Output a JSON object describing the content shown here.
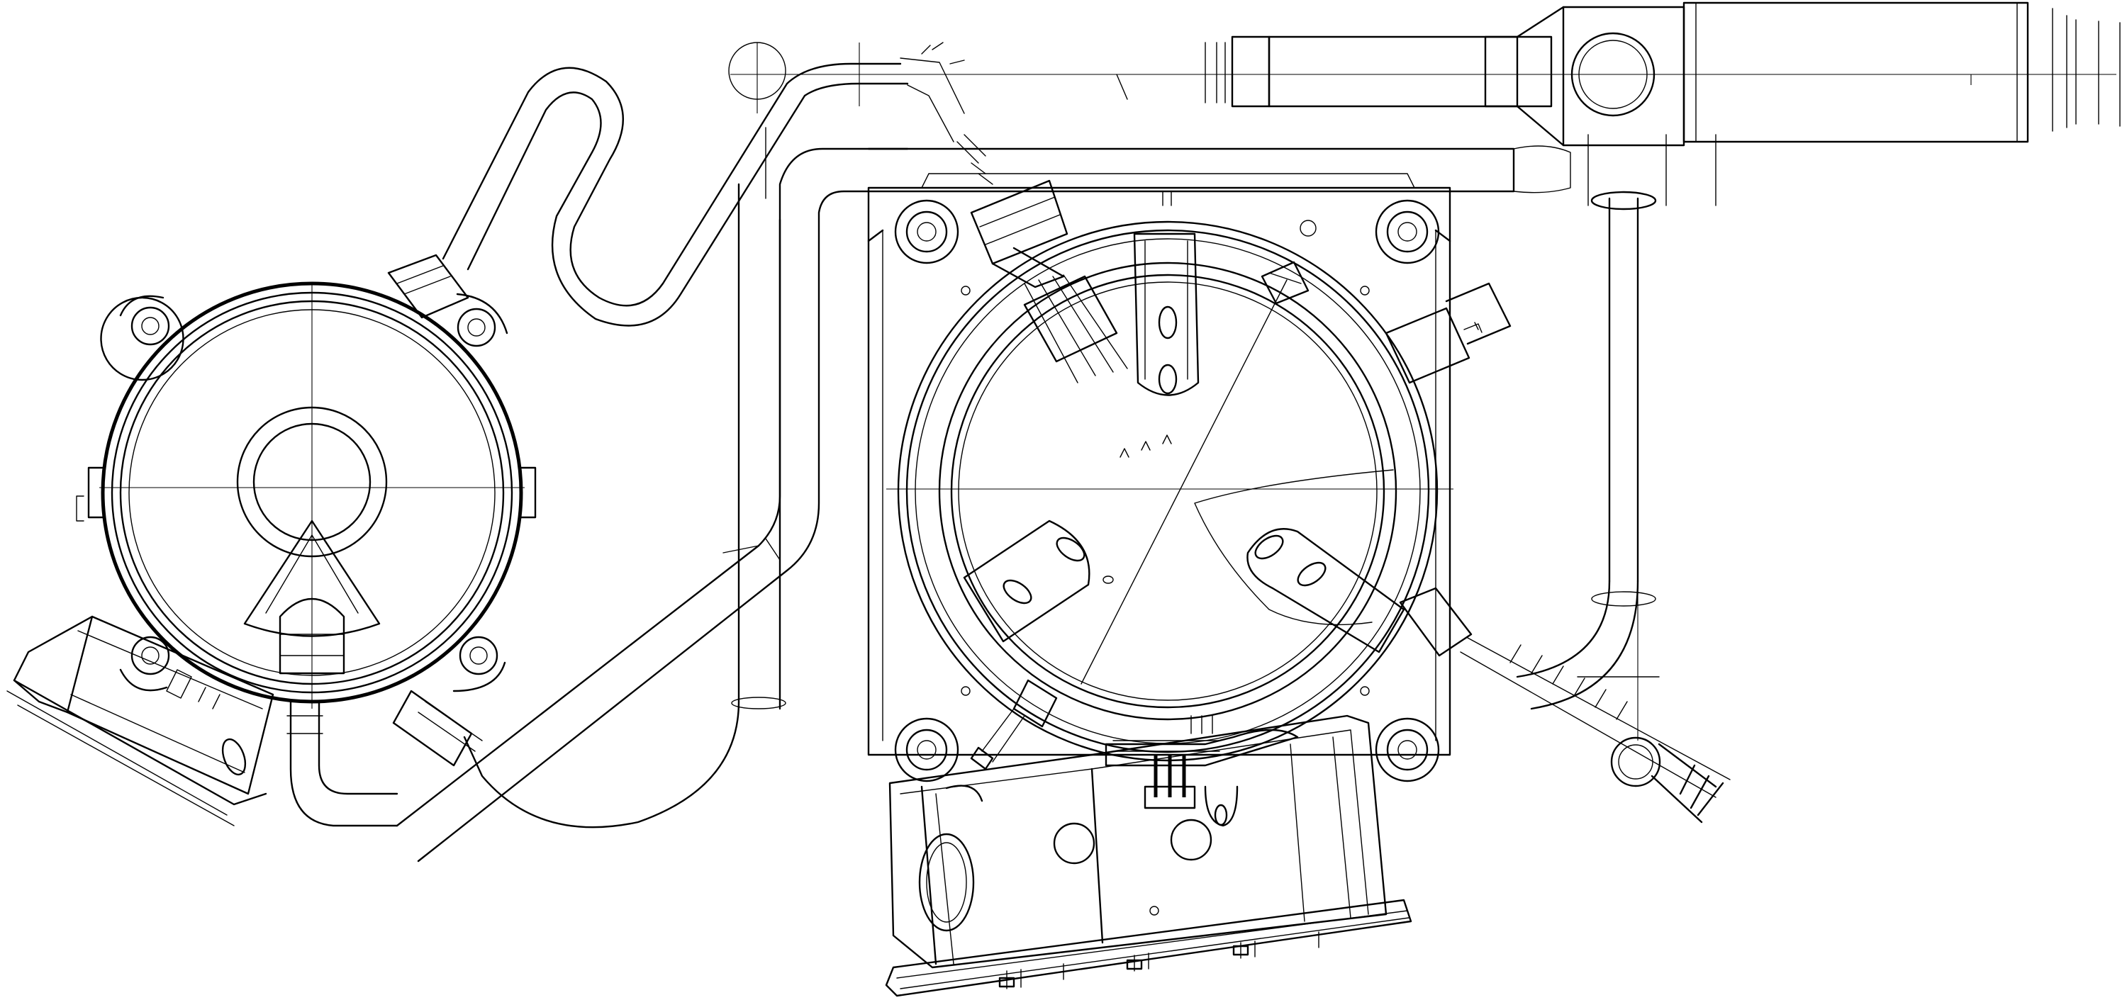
{
  "drawing": {
    "line_color": "#000000",
    "background": "#ffffff",
    "components": [
      "left-blower-housing",
      "left-junction-box",
      "serpentine-hose",
      "main-blower-housing",
      "mounting-plate",
      "main-junction-box",
      "top-manifold-pipe",
      "return-hose",
      "side-drain-tube",
      "pressure-switch"
    ]
  }
}
